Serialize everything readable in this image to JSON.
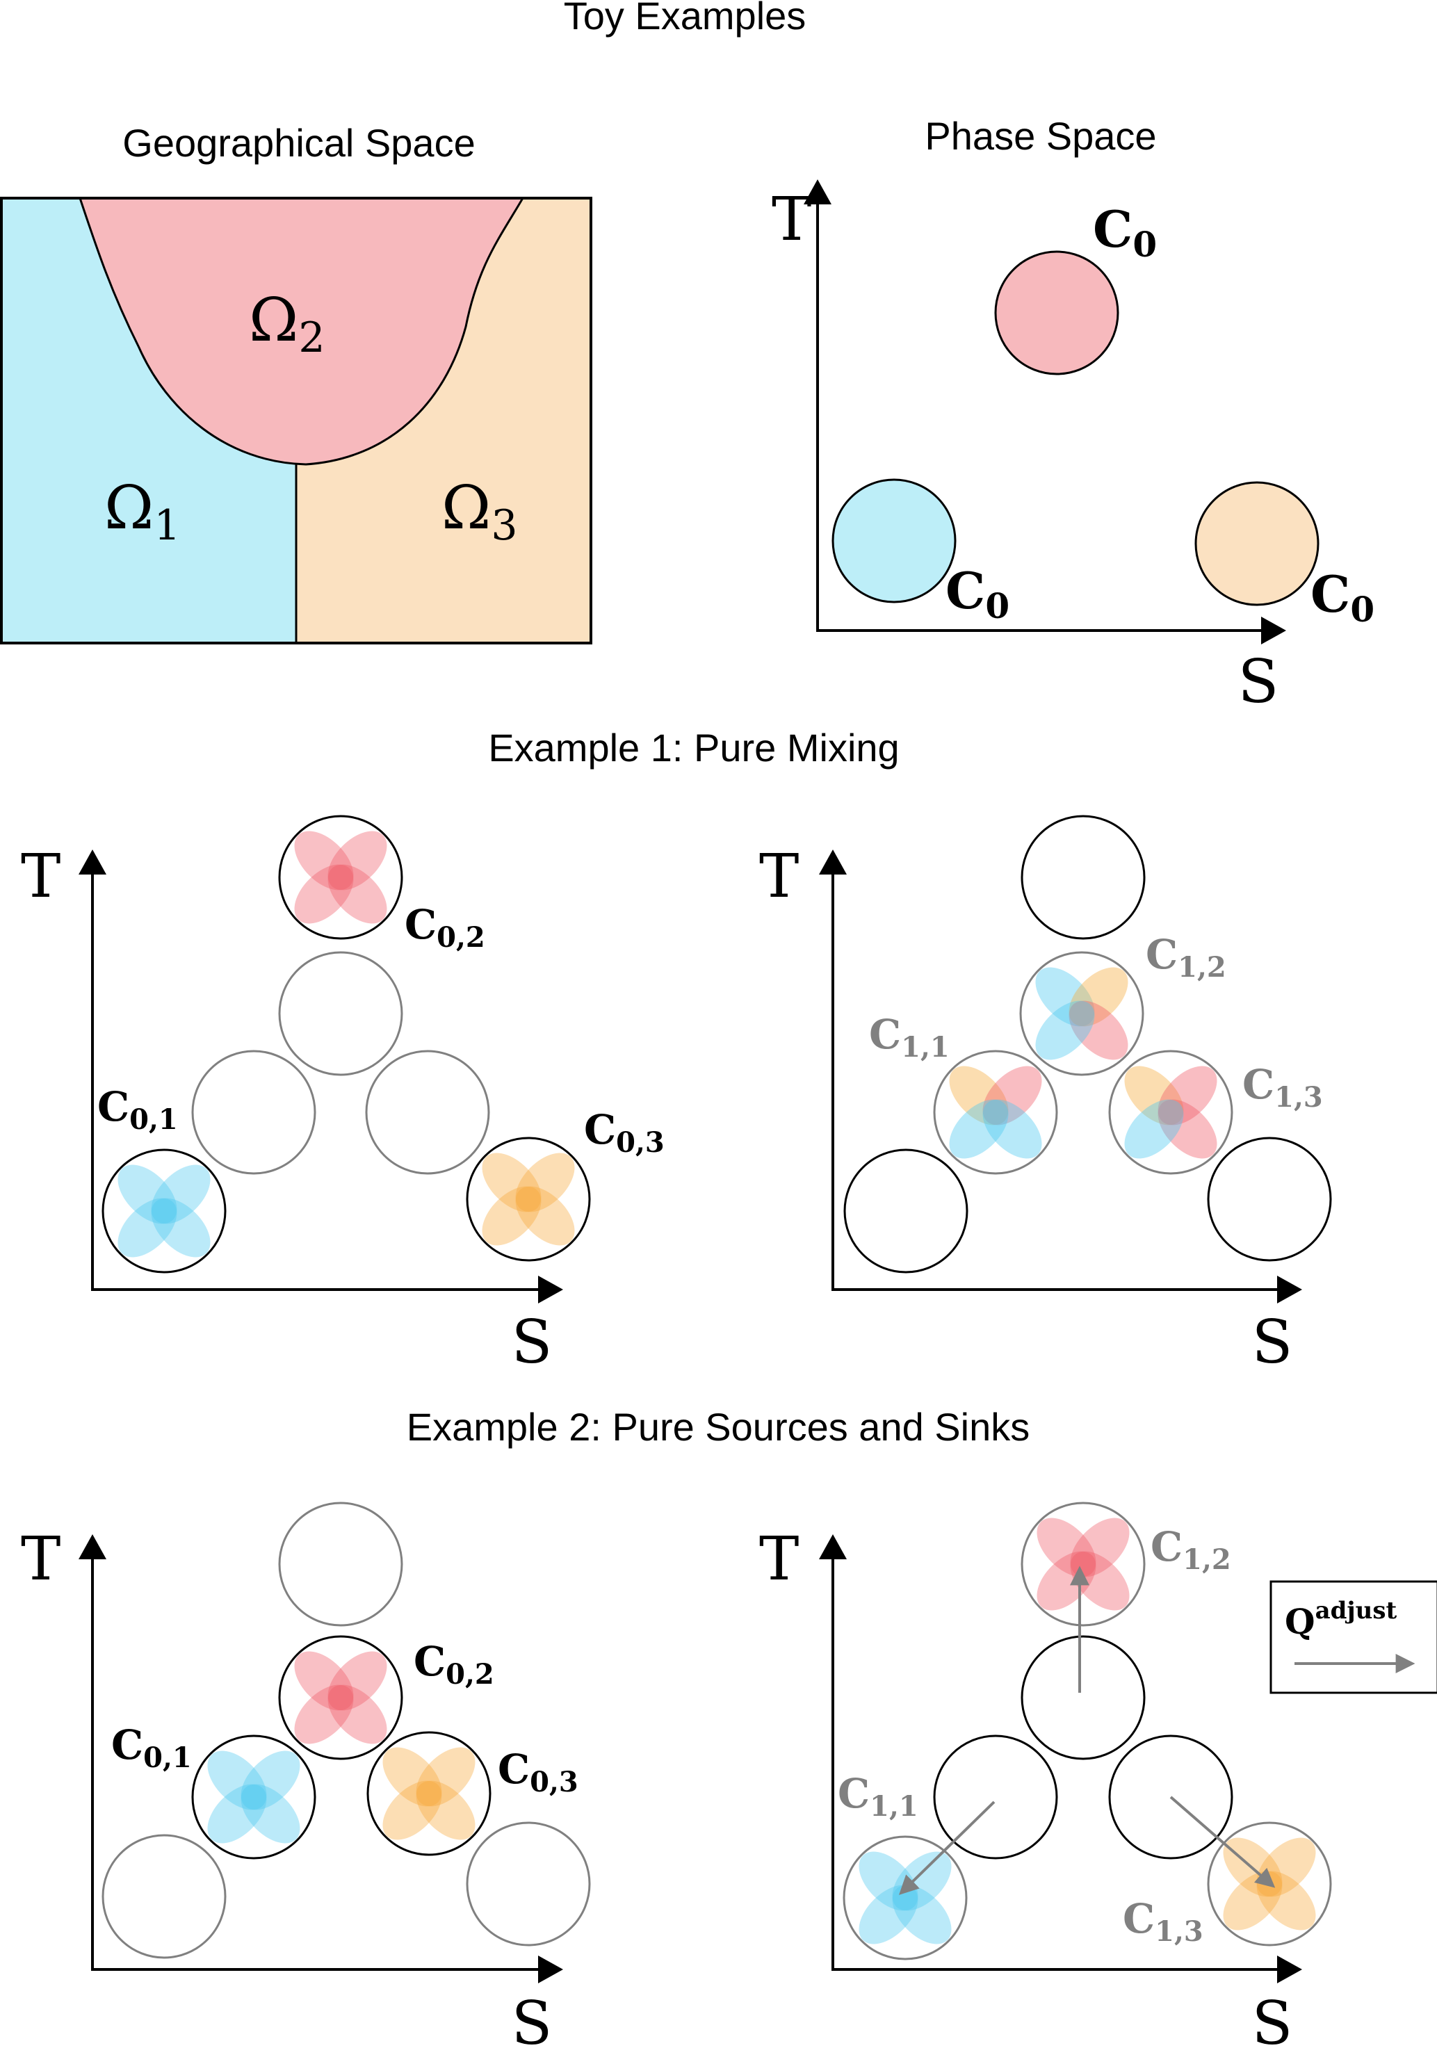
{
  "title": "Toy Examples",
  "colors": {
    "blue": "#bdeef8",
    "red": "#f7b9bd",
    "orange": "#fbe1c1",
    "blue_petal": "#4cc8f0",
    "red_petal": "#f05a66",
    "orange_petal": "#f6a93a",
    "grey": "#808080",
    "black": "#000000"
  },
  "geo": {
    "title": "Geographical Space",
    "regions": [
      {
        "symbol": "Ω",
        "subscript": "1",
        "color": "blue"
      },
      {
        "symbol": "Ω",
        "subscript": "2",
        "color": "red"
      },
      {
        "symbol": "Ω",
        "subscript": "3",
        "color": "orange"
      }
    ]
  },
  "phase": {
    "title": "Phase Space",
    "axis_x": "S",
    "axis_y": "T",
    "clusters": [
      {
        "label": "C",
        "subscript": "0",
        "color": "red"
      },
      {
        "label": "C",
        "subscript": "0",
        "color": "blue"
      },
      {
        "label": "C",
        "subscript": "0",
        "color": "orange"
      }
    ]
  },
  "example1": {
    "title": "Example 1: Pure Mixing",
    "axis_x": "S",
    "axis_y": "T",
    "left_labels": [
      {
        "label": "C",
        "subscript": "0,2"
      },
      {
        "label": "C",
        "subscript": "0,1"
      },
      {
        "label": "C",
        "subscript": "0,3"
      }
    ],
    "right_labels": [
      {
        "label": "C",
        "subscript": "1,2"
      },
      {
        "label": "C",
        "subscript": "1,1"
      },
      {
        "label": "C",
        "subscript": "1,3"
      }
    ]
  },
  "example2": {
    "title": "Example 2: Pure Sources and Sinks",
    "axis_x": "S",
    "axis_y": "T",
    "left_labels": [
      {
        "label": "C",
        "subscript": "0,2"
      },
      {
        "label": "C",
        "subscript": "0,1"
      },
      {
        "label": "C",
        "subscript": "0,3"
      }
    ],
    "right_labels": [
      {
        "label": "C",
        "subscript": "1,2"
      },
      {
        "label": "C",
        "subscript": "1,1"
      },
      {
        "label": "C",
        "subscript": "1,3"
      }
    ],
    "legend": {
      "label": "Q",
      "superscript": "adjust"
    }
  }
}
